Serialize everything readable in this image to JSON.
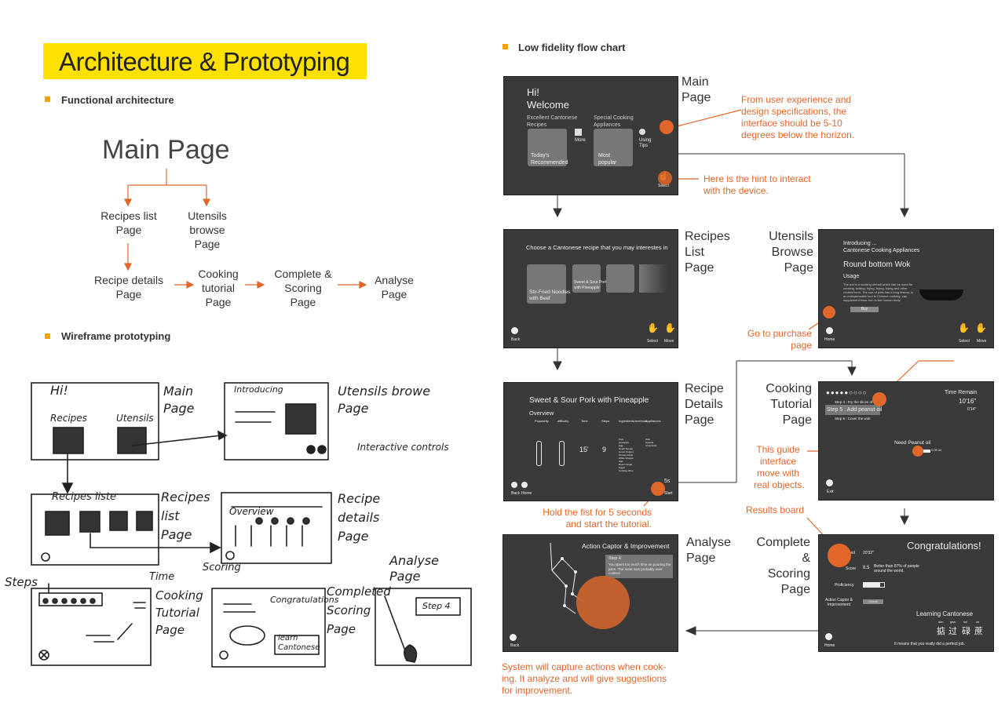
{
  "header": {
    "title": "Architecture & Prototyping"
  },
  "sections": {
    "functional": "Functional architecture",
    "wireframe": "Wireframe prototyping",
    "flow": "Low fidelity flow chart"
  },
  "architecture": {
    "main": "Main Page",
    "recipes_list": "Recipes list\nPage",
    "utensils": "Utensils\nbrowse\nPage",
    "recipe_details": "Recipe details\nPage",
    "cooking_tutorial": "Cooking\ntutorial\nPage",
    "complete_scoring": "Complete &\nScoring\nPage",
    "analyse": "Analyse\nPage"
  },
  "sketch": {
    "hi": "Hi!",
    "main_page": "Main\nPage",
    "recipes": "Recipes",
    "utensils": "Utensils",
    "introducing": "Introducing",
    "utensils_browse": "Utensils browe\nPage",
    "interactive": "Interactive controls",
    "recipes_list": "Recipes liste",
    "recipes_list_page": "Recipes\nlist\nPage",
    "overview": "Overview",
    "recipe_details_page": "Recipe\ndetails\nPage",
    "steps": "Steps",
    "time": "Time",
    "cooking_tutorial": "Cooking\nTutorial\nPage",
    "scoring": "Scoring",
    "congratulations": "Congratulations",
    "learn": "learn\nCantonese",
    "complete": "Completed\nScoring\nPage",
    "analyse": "Analyse\nPage",
    "step4": "Step 4"
  },
  "screens": {
    "main": {
      "label": "Main\nPage",
      "hi": "Hi!",
      "welcome": "Welcome",
      "cat1": "Excellent Cantonese\nRecipes",
      "cat2": "Special Cooking\nAppliances",
      "more": "More",
      "using_tips": "Using\nTips",
      "tile1": "Today's\nRecommended",
      "tile2": "Most\npopular",
      "select": "Select"
    },
    "recipes": {
      "label": "Recipes\nList\nPage",
      "heading": "Choose a Cantonese recipe that you may interestes in",
      "tile1": "Stir-Fried Noodles\nwith Beef",
      "tile2": "Sweet & Sour Pork\nwith Pineapple",
      "back": "Back",
      "select": "Select",
      "move": "Move"
    },
    "utensils": {
      "label": "Utensils\nBrowse\nPage",
      "intro": "Introducing ...",
      "sub": "Cantonese Cooking Appliances",
      "name": "Round bottom Wok",
      "usage": "Usage",
      "desc": "The pot is a cooking utensil which can be used for cooking, boiling, frying, frying, frying and other cooked food. The use of pots has a long history, is an indispensable tool in Chinese cooking, can supplement trace iron in the human body.",
      "buy": "Buy",
      "home": "Home",
      "select": "Select",
      "move": "Move"
    },
    "details": {
      "label": "Recipe\nDetails\nPage",
      "title": "Sweet & Sour Pork with Pineapple",
      "overview": "Overview",
      "cols": [
        "Popularity",
        "difficulty",
        "Time",
        "Steps",
        "Ingredients/methods",
        "Appliances"
      ],
      "time_val": "15'",
      "steps_val": "9",
      "ingredients": "Pork\npineapple\nEgg\nSmall Tomato\nGreen Pepper\nTomato Paste\nWhite Vinegar\nSalt\nBrown Sugar\nSugar\nCooking Wine",
      "appliances": "Wok\nSpatula\nChopsticks",
      "back": "Back",
      "home": "Home",
      "timer": "5s",
      "start": "Start"
    },
    "tutorial": {
      "label": "Cooking\nTutorial\nPage",
      "time_remain": "Time Remain",
      "t1": "10'16\"",
      "t2": "0'14\"",
      "s4": "Step 4 : Fry the slices of bread",
      "s5": "Step 5 : Add peanut oil",
      "s6": "Step 6 : Cover the wok",
      "need": "Need Peanut oil",
      "amount": "0.05 ml",
      "exit": "Exit"
    },
    "scoring": {
      "label": "Complete\n&\nScoring\nPage",
      "congrats": "Congratulations!",
      "time_used": "Time Used",
      "time_val": "20'32\"",
      "score": "Score",
      "score_val": "8.5",
      "better": "Better than 87% of people\naround the world.",
      "proficiency": "Proficiency",
      "action": "Action Captor &\nImprovement",
      "check": "Check",
      "learning": "Learning Cantonese",
      "roman": [
        "dim",
        "gwo",
        "luk",
        "ze"
      ],
      "chars": [
        "掂",
        "过",
        "碌",
        "蔗"
      ],
      "meaning": "It means that you really did a perfect job.",
      "home": "Home"
    },
    "analyse": {
      "label": "Analyse\nPage",
      "title": "Action Captor & Improvement",
      "step": "Step 4",
      "msg": "You spent too much time on pouring the juice. The meat was probably over cooked.",
      "back": "Back"
    }
  },
  "annotations": {
    "horizon": "From user experience and\ndesign specifications, the\ninterface should be 5-10\ndegrees below the horizon.",
    "hint": "Here is the hint to interact\nwith the device.",
    "purchase": "Go to purchase\npage",
    "fist": "Hold the fist for 5 seconds\nand start the tutorial.",
    "guide": "This guide\ninterface\nmove with\nreal objects.",
    "results": "Results board",
    "capture": "System will capture actions when cook-\ning. It analyze and will give suggestions\nfor improvement."
  },
  "colors": {
    "accent": "#e1662a",
    "band": "#ffe100",
    "bullet": "#f4a300",
    "screen": "#3a3a3a"
  }
}
